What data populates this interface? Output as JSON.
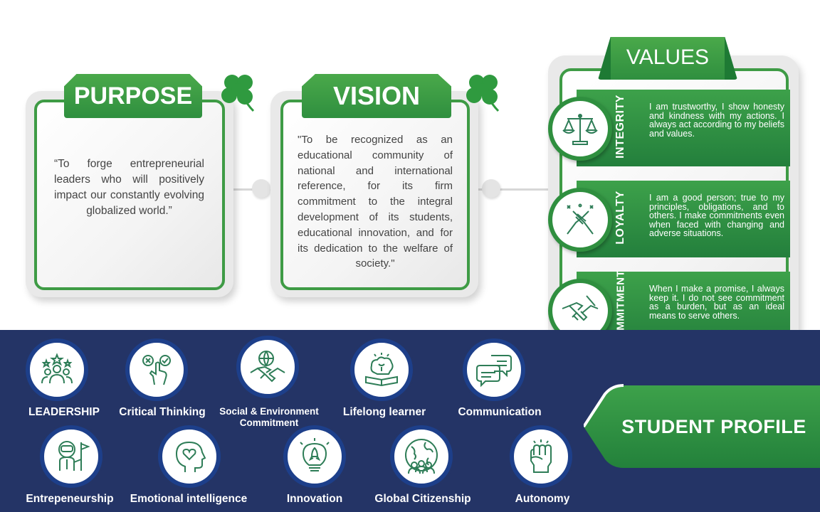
{
  "purpose": {
    "title": "PURPOSE",
    "text": "“To forge entrepreneurial leaders who will positively impact our constantly evolving globalized world.”"
  },
  "vision": {
    "title": "VISION",
    "text": "\"To be recognized as an educational community of national and international reference, for its firm commitment to the integral development of its students, educational innovation, and for its dedication to the welfare of society.\""
  },
  "values": {
    "title": "VALUES",
    "items": [
      {
        "label": "INTEGRITY",
        "icon": "scales-icon",
        "text": "I am trustworthy, I show honesty and kindness with my actions. I always act according to my beliefs and values."
      },
      {
        "label": "LOYALTY",
        "icon": "clasped-hands-icon",
        "text": "I am a good person; true to my principles, obligations, and to others. I make commitments even when faced with changing and adverse situations."
      },
      {
        "label": "COMMITMENT",
        "icon": "handshake-icon",
        "text": "When I make a promise, I always keep it. I do not see commitment as a burden, but as an ideal means to serve others."
      }
    ]
  },
  "student_profile": {
    "title": "STUDENT PROFILE",
    "row1": [
      {
        "label": "LEADERSHIP",
        "icon": "team-stars-icon"
      },
      {
        "label": "Critical Thinking",
        "icon": "pointing-hand-choice-icon"
      },
      {
        "label_line1": "Social & Environment",
        "label_line2": "Commitment",
        "icon": "globe-handshake-icon"
      },
      {
        "label": "Lifelong learner",
        "icon": "brain-book-icon"
      },
      {
        "label": "Communication",
        "icon": "speech-bubbles-icon"
      }
    ],
    "row2": [
      {
        "label": "Entrepeneurship",
        "icon": "astronaut-flag-icon"
      },
      {
        "label": "Emotional intelligence",
        "icon": "head-heart-icon"
      },
      {
        "label": "Innovation",
        "icon": "lightbulb-rocket-icon"
      },
      {
        "label": "Global Citizenship",
        "icon": "globe-people-icon"
      },
      {
        "label": "Autonomy",
        "icon": "raised-fist-icon"
      }
    ]
  },
  "colors": {
    "green": "#2f8f3f",
    "navy": "#243466",
    "icon_green": "#2e7d57"
  }
}
